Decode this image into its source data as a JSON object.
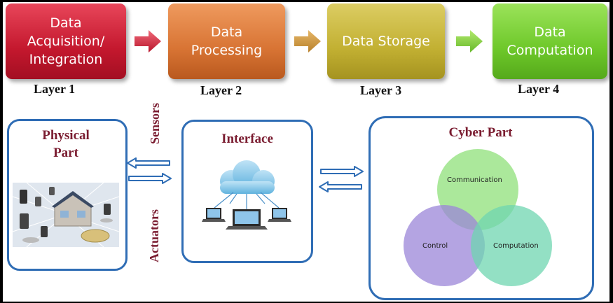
{
  "layers": [
    {
      "name": "Layer 1",
      "lines": [
        "Data",
        "Acquisition/",
        "Integration"
      ],
      "color": "#c4182e"
    },
    {
      "name": "Layer 2",
      "lines": [
        "Data",
        "Processing"
      ],
      "color": "#d87434"
    },
    {
      "name": "Layer 3",
      "lines": [
        "Data Storage"
      ],
      "color": "#c2b032"
    },
    {
      "name": "Layer 4",
      "lines": [
        "Data",
        "Computation"
      ],
      "color": "#6ec82a"
    }
  ],
  "physical": {
    "title_line1": "Physical",
    "title_line2": "Part"
  },
  "interface": {
    "title": "Interface"
  },
  "cyber": {
    "title": "Cyber Part",
    "circles": [
      {
        "label": "Communication",
        "color": "#8fe07a"
      },
      {
        "label": "Control",
        "color": "#9b86d8"
      },
      {
        "label": "Computation",
        "color": "#6fd6b0"
      }
    ]
  },
  "link_labels": {
    "sensors": "Sensors",
    "actuators": "Actuators"
  },
  "colors": {
    "panel_border": "#2f6db5",
    "title_text": "#7a1c30",
    "arrow_fill": "#ffffff"
  }
}
